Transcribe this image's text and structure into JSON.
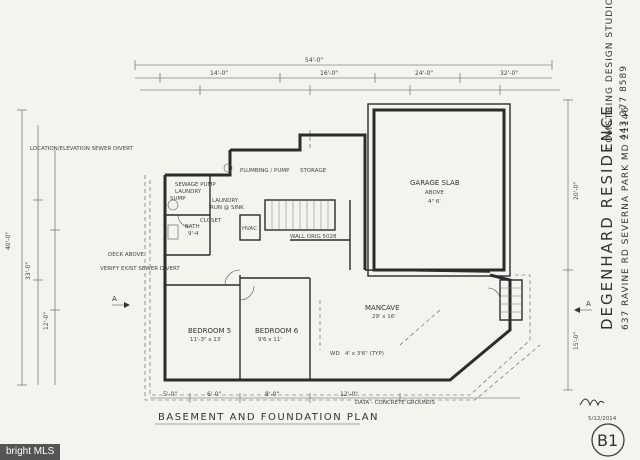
{
  "sheet": {
    "plan_title": "BASEMENT AND FOUNDATION PLAN",
    "sheet_number": "B1",
    "studio": "COMSTRING DESIGN STUDIO",
    "studio_phone": "443 277 8589",
    "residence": "DEGENHARD RESIDENCE",
    "address": "637 RAVINE RD SEVERNA PARK MD 21146",
    "signature_date": "5/12/2014",
    "note_location": "LOCATION/ELEVATION SEWER DIVERT",
    "note_deck_above": "DECK ABOVE",
    "note_verify_exist": "VERIFY EXIST SEWER DIVERT",
    "note_concrete": "DATA - CONCRETE GROUNDS"
  },
  "rooms": {
    "garage": "GARAGE SLAB",
    "garage_sub1": "ABOVE",
    "garage_sub2": "4\" 6'",
    "mancave": "MANCAVE",
    "mancave_dim": "29' x 16'",
    "bedroom5": "BEDROOM 5",
    "bedroom5_dim": "11'-3\" x 13'",
    "bedroom6": "BEDROOM 6",
    "bedroom6_dim": "9'6 x 11'",
    "bath": "BATH",
    "bath_dim": "9'-4",
    "laundry": "LAUNDRY",
    "laundry_sub": "RUN @ SINK",
    "hvac": "HVAC",
    "storage": "STORAGE",
    "sump": "SUMP",
    "plumbing": "PLUMBING / PUMP",
    "sewage": "SEWAGE PUMP",
    "sewage_sub": "LAUNDRY",
    "closet": "CLOSET",
    "wall_note": "WALL ORIG 5028"
  },
  "dimensions": {
    "overall_top": "54'-0\"",
    "top_1": "14'-0\"",
    "top_2": "16'-0\"",
    "top_3": "24'-0\"",
    "top_4": "32'-0\"",
    "left_overall": "40'-0\"",
    "left_1": "33'-0\"",
    "left_2": "12'-0\"",
    "right_1": "20'-0\"",
    "right_2": "15'-0\"",
    "bottom_1": "5'-0\"",
    "bottom_2": "6'-0\"",
    "bottom_3": "8'-0\"",
    "bottom_4": "12'-0\"",
    "section_a": "A",
    "window_note": "WD",
    "window_size": "4' x 3'6\" (TYP)"
  },
  "watermark": {
    "brand": "bright MLS"
  }
}
